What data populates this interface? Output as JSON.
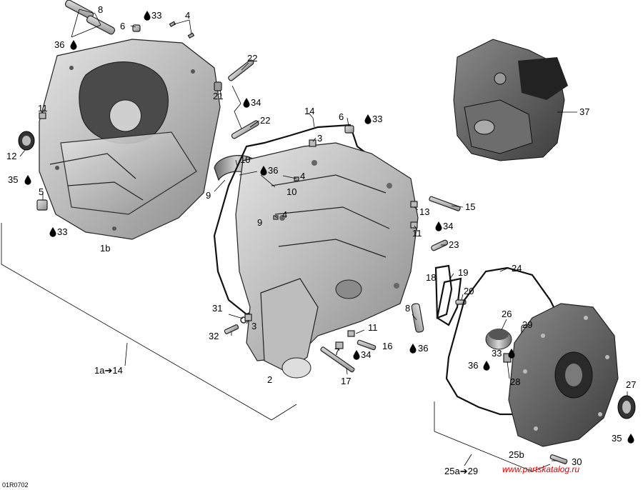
{
  "figure_code": "01R0702",
  "watermark": "www.partskatalog.ru",
  "colors": {
    "watermark": "#e00000",
    "metal_light": "#c8c8c8",
    "metal_mid": "#9a9a9a",
    "metal_dark": "#3a3a3a"
  },
  "callouts": {
    "c8a": "8",
    "c6a": "6",
    "c33a": "33",
    "c4a": "4",
    "c36a": "36",
    "c22a": "22",
    "c21": "21",
    "c34a": "34",
    "c22b": "22",
    "c11a": "11",
    "c12": "12",
    "c35a": "35",
    "c5": "5",
    "c33b": "33",
    "c1b": "1b",
    "c14": "14",
    "c6b": "6",
    "c33c": "33",
    "c3a": "3",
    "c10a": "10",
    "c36b": "36",
    "c4b": "4",
    "c9a": "9",
    "c10b": "10",
    "c9b": "9",
    "c4c": "4",
    "c15": "15",
    "c13": "13",
    "c11b": "11",
    "c34b": "34",
    "c23": "23",
    "c37": "37",
    "c24": "24",
    "c18": "18",
    "c19": "19",
    "c20": "20",
    "c26": "26",
    "c29": "29",
    "c28": "28",
    "c33d": "33",
    "c36c": "36",
    "c8b": "8",
    "c36d": "36",
    "c31": "31",
    "c32": "32",
    "c3b": "3",
    "c11c": "11",
    "c7": "7",
    "c34c": "34",
    "c16": "16",
    "c17": "17",
    "c2": "2",
    "c1a14": "1a➔14",
    "c27": "27",
    "c35b": "35",
    "c25b": "25b",
    "c25a29": "25a➔29",
    "c30": "30"
  },
  "icons": [
    "oil-drop-icon"
  ]
}
